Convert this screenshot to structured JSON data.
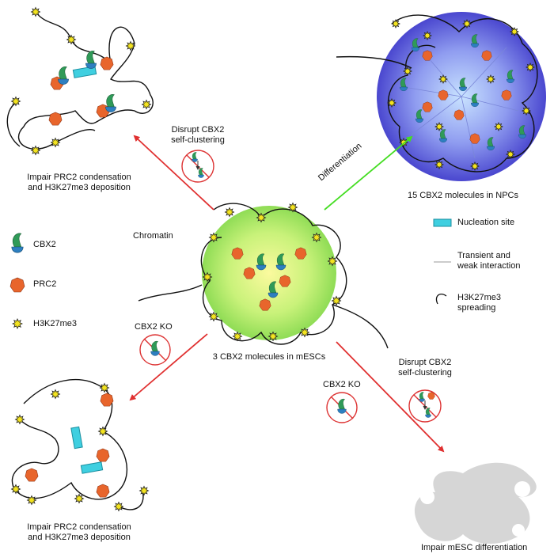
{
  "labels": {
    "top_left_caption_1": "Impair PRC2 condensation",
    "top_left_caption_2": "and H3K27me3 deposition",
    "bottom_left_caption_1": "Impair PRC2 condensation",
    "bottom_left_caption_2": "and H3K27me3 deposition",
    "disrupt_top_1": "Disrupt CBX2",
    "disrupt_top_2": "self-clustering",
    "disrupt_bottom_1": "Disrupt CBX2",
    "disrupt_bottom_2": "self-clustering",
    "differentiation": "Differentiation",
    "npc_caption": "15 CBX2 molecules in NPCs",
    "mesc_caption": "3 CBX2 molecules in mESCs",
    "chromatin": "Chromatin",
    "cbx2_ko_left": "CBX2 KO",
    "cbx2_ko_right": "CBX2 KO",
    "impair_mesc": "Impair mESC differentiation"
  },
  "legend_left": {
    "cbx2": "CBX2",
    "prc2": "PRC2",
    "h3k27me3": "H3K27me3"
  },
  "legend_right": {
    "nucleation": "Nucleation site",
    "transient_1": "Transient and",
    "transient_2": "weak interaction",
    "spreading_1": "H3K27me3",
    "spreading_2": "spreading"
  },
  "colors": {
    "arrow_red": "#e03030",
    "arrow_green": "#44dd22",
    "cbx2_green": "#2f9a58",
    "cbx2_blue": "#2d7fc0",
    "prc2_orange": "#e8652c",
    "mark_yellow": "#f3e31f",
    "nucleation_cyan": "#3fcfe0",
    "npc_blue": "#5a5fd8",
    "mesc_green": "#b6ee5a",
    "gray_blob": "#d6d6d6"
  }
}
